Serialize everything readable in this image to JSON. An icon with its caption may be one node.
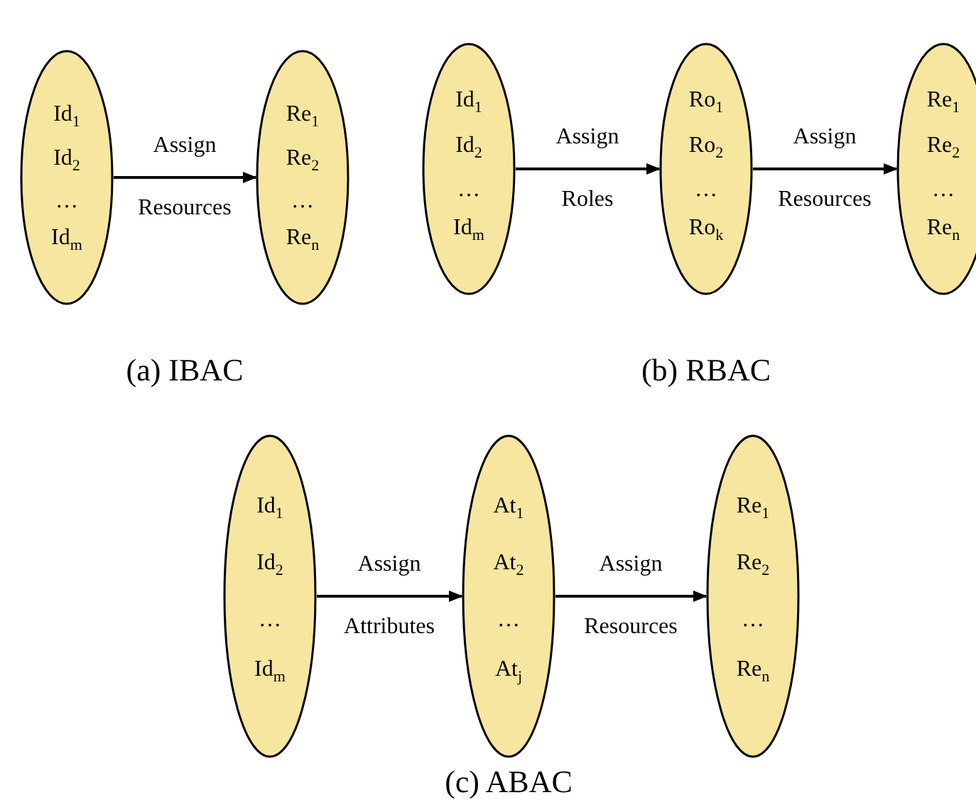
{
  "diagram": {
    "nodes": [
      {
        "text": [
          "Id$_{1}$",
          "Id$_{2}$",
          "…",
          "Id$_{m}$"
        ]
      },
      {
        "text": [
          "Re$_{1}$",
          "Re$_{2}$",
          "…",
          "Re$_{n}$"
        ]
      },
      {
        "text": [
          "Id$_{1}$",
          "Id$_{2}$",
          "…",
          "Id$_{m}$"
        ]
      },
      {
        "text": [
          "Ro$_{1}$",
          "Ro$_{2}$",
          "…",
          "Ro$_{k}$"
        ]
      },
      {
        "text": [
          "Re$_{1}$",
          "Re$_{2}$",
          "…",
          "Re$_{n}$"
        ]
      },
      {
        "text": [
          "Id$_{1}$",
          "Id$_{2}$",
          "…",
          "Id$_{m}$"
        ]
      },
      {
        "text": [
          "At$_{1}$",
          "At$_{2}$",
          "…",
          "At$_{j}$"
        ]
      },
      {
        "text": [
          "Re$_{1}$",
          "Re$_{2}$",
          "…",
          "Re$_{n}$"
        ]
      }
    ],
    "edges": [
      {
        "from": 0,
        "to": 1,
        "arrow": "to",
        "label": "Assign Resources"
      },
      {
        "from": 2,
        "to": 3,
        "arrow": "to",
        "label": "Assign Roles"
      },
      {
        "from": 3,
        "to": 4,
        "arrow": "to",
        "label": "Assign Resources"
      },
      {
        "from": 5,
        "to": 6,
        "arrow": "to",
        "label": "Assign Attributes"
      },
      {
        "from": 6,
        "to": 7,
        "arrow": "to",
        "label": "Assign Resources"
      }
    ],
    "labels": [
      "(a) IBAC",
      "(b) RBAC",
      "(c) ABAC"
    ]
  }
}
